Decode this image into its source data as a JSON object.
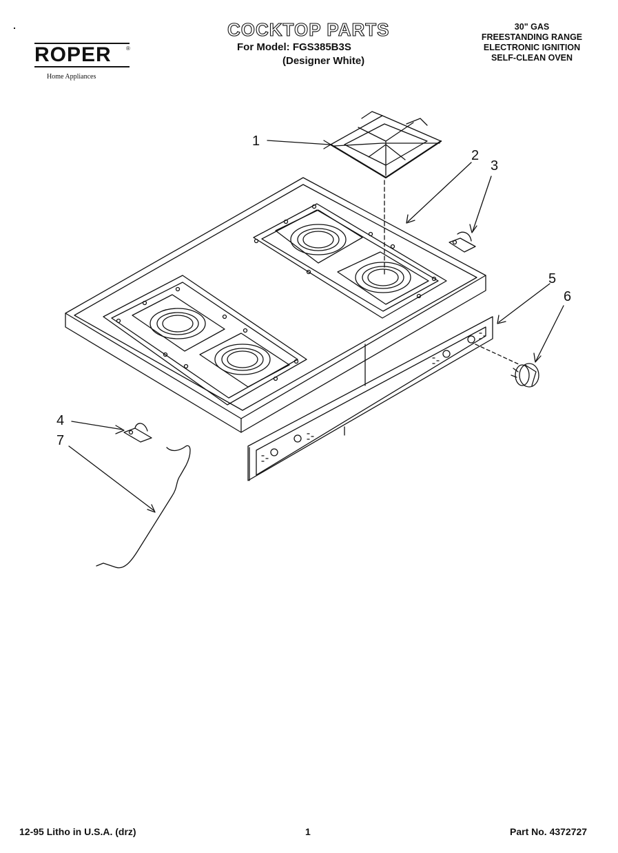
{
  "brand": {
    "name": "ROPER",
    "trademark": "®",
    "subtitle": "Home Appliances"
  },
  "header": {
    "title": "COCKTOP PARTS",
    "model_line": "For Model: FGS385B3S",
    "variant_line": "(Designer White)",
    "specs": [
      "30\" GAS",
      "FREESTANDING RANGE",
      "ELECTRONIC IGNITION",
      "SELF-CLEAN OVEN"
    ]
  },
  "callouts": [
    "1",
    "2",
    "3",
    "4",
    "5",
    "6",
    "7"
  ],
  "footer": {
    "left": "12-95 Litho in U.S.A. (drz)",
    "page": "1",
    "part_no": "Part No. 4372727"
  }
}
